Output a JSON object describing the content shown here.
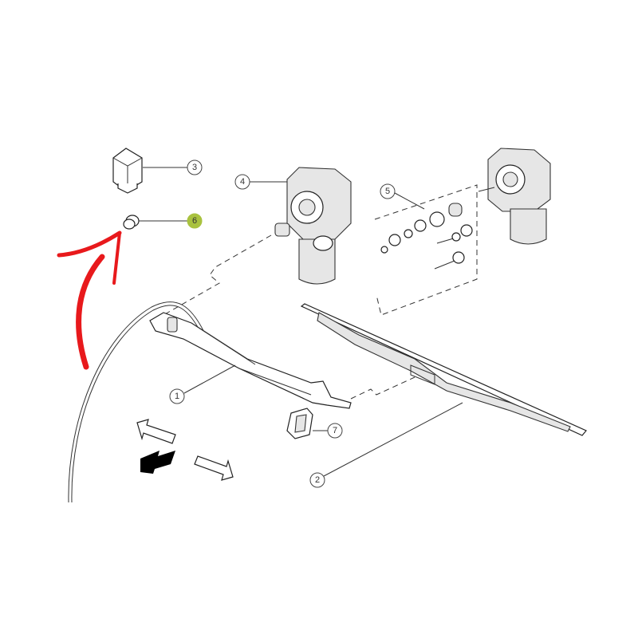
{
  "callouts": [
    {
      "id": "1",
      "label": "1",
      "highlighted": false
    },
    {
      "id": "2",
      "label": "2",
      "highlighted": false
    },
    {
      "id": "3",
      "label": "3",
      "highlighted": false
    },
    {
      "id": "4",
      "label": "4",
      "highlighted": false
    },
    {
      "id": "5",
      "label": "5",
      "highlighted": false
    },
    {
      "id": "6",
      "label": "6",
      "highlighted": true
    },
    {
      "id": "7",
      "label": "7",
      "highlighted": false
    }
  ],
  "colors": {
    "highlight": "#a9c23f",
    "annotation": "#e8191c",
    "line": "#333333"
  }
}
